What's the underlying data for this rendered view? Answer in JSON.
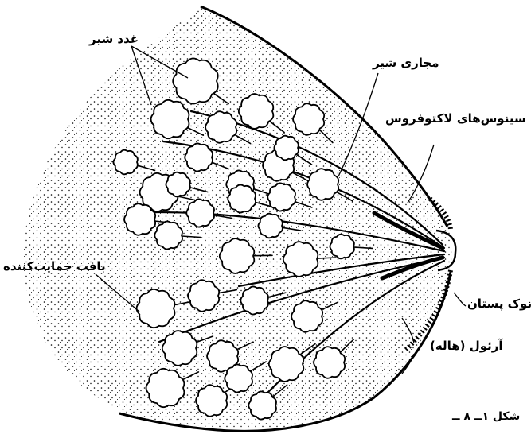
{
  "labels": {
    "milk_glands": "غدد شیر",
    "milk_ducts": "مجاری شیر",
    "lactiferous_sinuses": "سینوس‌های لاکتوفروس",
    "supporting_tissue": "بافت حمایت‌کننده",
    "nipple": "نوک پستان",
    "areola": "آرئول (هاله)",
    "figure_caption": "شکل ۱ــ ۸ ــ"
  },
  "colors": {
    "ink": "#000000",
    "paper": "#ffffff"
  }
}
